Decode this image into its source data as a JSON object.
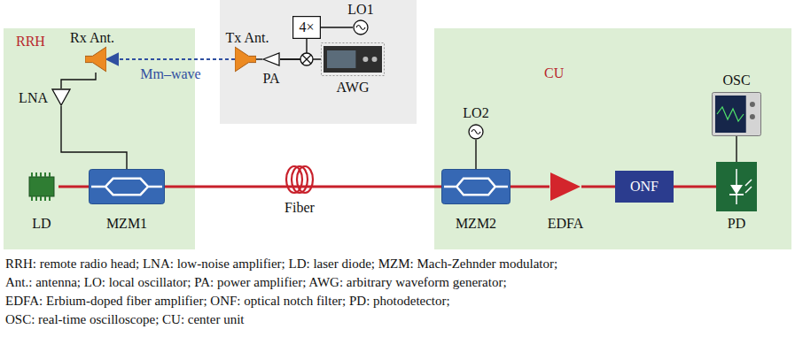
{
  "diagram": {
    "nodes": [
      {
        "text": [
          "RRH"
        ]
      },
      {
        "text": [
          "CU"
        ]
      },
      {
        "text": [
          "LD"
        ],
        "in": 0
      },
      {
        "text": [
          "MZM1"
        ],
        "in": 0
      },
      {
        "text": [
          "LNA"
        ],
        "in": 0
      },
      {
        "text": [
          "Rx Ant."
        ],
        "in": 0
      },
      {
        "text": [
          "Tx Ant."
        ]
      },
      {
        "text": [
          "PA"
        ]
      },
      {
        "text": [
          "4×"
        ]
      },
      {
        "text": [
          "LO1"
        ]
      },
      {
        "text": [
          "AWG"
        ]
      },
      {
        "text": [
          "MZM2"
        ],
        "in": 1
      },
      {
        "text": [
          "LO2"
        ],
        "in": 1
      },
      {
        "text": [
          "EDFA"
        ],
        "in": 1
      },
      {
        "text": [
          "ONF"
        ],
        "in": 1
      },
      {
        "text": [
          "PD"
        ],
        "in": 1
      },
      {
        "text": [
          "OSC"
        ],
        "in": 1
      }
    ],
    "edges": [
      {
        "from": 2,
        "to": 3,
        "arrow": "none"
      },
      {
        "from": 3,
        "to": 11,
        "arrow": "none"
      },
      {
        "from": 5,
        "to": 4,
        "arrow": "none"
      },
      {
        "from": 4,
        "to": 3,
        "arrow": "none"
      },
      {
        "from": 6,
        "to": 5,
        "label": "Mm–wave",
        "arrow": "to"
      },
      {
        "from": 7,
        "to": 6,
        "arrow": "none"
      },
      {
        "from": 8,
        "to": 7,
        "arrow": "none"
      },
      {
        "from": 10,
        "to": 7,
        "arrow": "none"
      },
      {
        "from": 9,
        "to": 8,
        "arrow": "none"
      },
      {
        "from": 12,
        "to": 11,
        "arrow": "none"
      },
      {
        "from": 11,
        "to": 13,
        "arrow": "none"
      },
      {
        "from": 13,
        "to": 14,
        "arrow": "none"
      },
      {
        "from": 14,
        "to": 15,
        "arrow": "none"
      },
      {
        "from": 15,
        "to": 16,
        "arrow": "none"
      }
    ],
    "labels": [
      "Fiber",
      "RRH: remote radio head; LNA: low-noise amplifier; LD: laser diode; MZM: Mach-Zehnder modulator;",
      "Ant.: antenna; LO: local oscillator; PA: power amplifier; AWG: arbitrary waveform generator;",
      "EDFA: Erbium-doped fiber amplifier; ONF: optical notch filter; PD: photodetector;",
      "OSC: real-time oscilloscope; CU: center unit"
    ]
  }
}
